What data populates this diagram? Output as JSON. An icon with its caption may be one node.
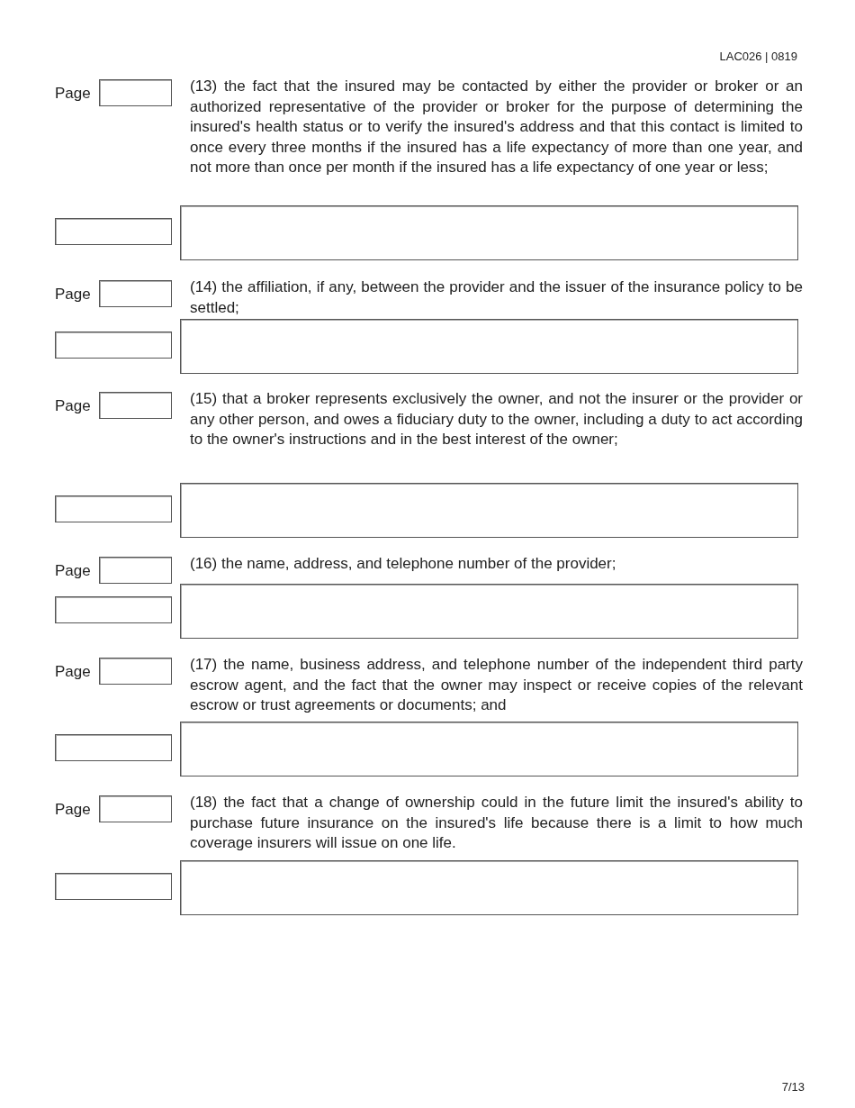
{
  "diagram": {
    "labels": [
      "LAC026 | 0819",
      "Page",
      "(13) the fact that the insured may be contacted by either the provider or broker or an authorized representative of the provider or broker for the purpose of determining the insured's health status or to verify the insured's address and that this contact is limited to once every three months if the insured has a life expectancy of more than one year, and not more than once per month if the insured has a life expectancy of one year or less;",
      "Page",
      "(14) the affiliation, if any, between the provider and the issuer of the insurance policy to be settled;",
      "Page",
      "(15) that a broker represents exclusively the owner, and not the insurer or the provider or any other person, and owes a fiduciary duty to the owner, including a duty to act according to the owner's instructions and in the best interest of the owner;",
      "Page",
      "(16) the name, address, and telephone number of the provider;",
      "Page",
      "(17) the name, business address, and telephone number of the independent third party escrow agent, and the fact that the owner may inspect or receive copies of the relevant escrow or trust agreements or documents; and",
      "Page",
      "(18) the fact that a change of ownership could in the future limit the insured's ability to purchase future insurance on the insured's life because there is a limit to how much coverage insurers will issue on one life.",
      "7/13"
    ]
  }
}
